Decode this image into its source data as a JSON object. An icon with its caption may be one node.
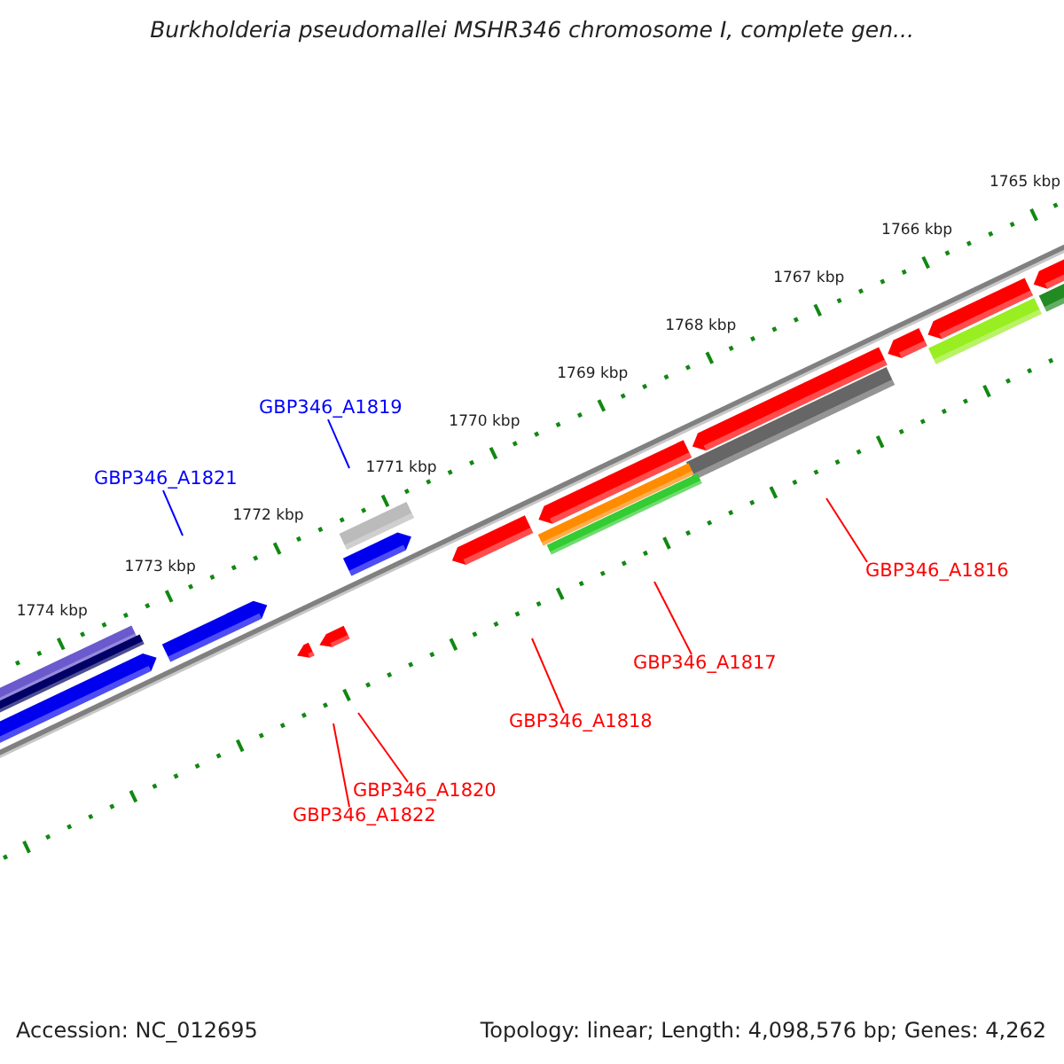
{
  "diagram": {
    "title": "Burkholderia pseudomallei MSHR346 chromosome I, complete gen...",
    "nodes": [
      {
        "text": [
          "GBP346_A1819"
        ]
      },
      {
        "text": [
          "GBP346_A1821"
        ]
      },
      {
        "text": [
          "GBP346_A1816"
        ]
      },
      {
        "text": [
          "GBP346_A1817"
        ]
      },
      {
        "text": [
          "GBP346_A1818"
        ]
      },
      {
        "text": [
          "GBP346_A1820"
        ]
      },
      {
        "text": [
          "GBP346_A1822"
        ]
      }
    ],
    "edges": [
      {
        "from": 0,
        "to": null,
        "arrow": "none",
        "color": "#0000ff"
      },
      {
        "from": 1,
        "to": null,
        "arrow": "none",
        "color": "#0000ff"
      },
      {
        "from": 2,
        "to": null,
        "arrow": "none"
      },
      {
        "from": 3,
        "to": null,
        "arrow": "none"
      },
      {
        "from": 4,
        "to": null,
        "arrow": "none"
      },
      {
        "from": 5,
        "to": null,
        "arrow": "none"
      },
      {
        "from": 6,
        "to": null,
        "arrow": "none"
      }
    ],
    "labels": [
      "1765 kbp",
      "1766 kbp",
      "1767 kbp",
      "1768 kbp",
      "1769 kbp",
      "1770 kbp",
      "1771 kbp",
      "1772 kbp",
      "1773 kbp",
      "1774 kbp",
      "Accession: NC_012695",
      "Topology: linear; Length: 4,098,576 bp; Genes: 4,262"
    ]
  }
}
